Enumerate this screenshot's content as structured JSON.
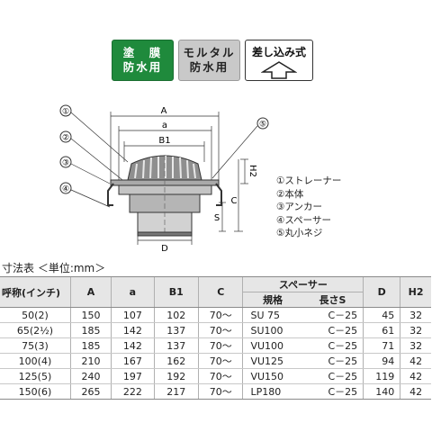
{
  "badges": [
    {
      "line1": "塗　膜",
      "line2": "防水用"
    },
    {
      "line1": "モルタル",
      "line2": "防水用"
    },
    {
      "line1": "差し込み式"
    }
  ],
  "diagram": {
    "callouts": [
      "①",
      "②",
      "③",
      "④",
      "⑤"
    ],
    "dims": {
      "A": "A",
      "a": "a",
      "B1": "B1",
      "D": "D",
      "S": "S",
      "C": "C",
      "H2": "H2"
    }
  },
  "legend": [
    "①ストレーナー",
    "②本体",
    "③アンカー",
    "④スペーサー",
    "⑤丸小ネジ"
  ],
  "table": {
    "caption": "寸法表 ＜単位:mm＞",
    "headers": {
      "nominal": "呼称(インチ)",
      "A": "A",
      "a": "a",
      "B1": "B1",
      "C": "C",
      "spacer": "スペーサー",
      "spec": "規格",
      "length": "長さS",
      "D": "D",
      "H2": "H2"
    },
    "rows": [
      {
        "nominal": "50(2)",
        "A": "150",
        "a": "107",
        "B1": "102",
        "C": "70～",
        "spec": "SU 75",
        "length": "C－25",
        "D": "45",
        "H2": "32"
      },
      {
        "nominal": "65(2½)",
        "A": "185",
        "a": "142",
        "B1": "137",
        "C": "70～",
        "spec": "SU100",
        "length": "C－25",
        "D": "61",
        "H2": "32"
      },
      {
        "nominal": "75(3)",
        "A": "185",
        "a": "142",
        "B1": "137",
        "C": "70～",
        "spec": "VU100",
        "length": "C－25",
        "D": "71",
        "H2": "32"
      },
      {
        "nominal": "100(4)",
        "A": "210",
        "a": "167",
        "B1": "162",
        "C": "70～",
        "spec": "VU125",
        "length": "C－25",
        "D": "94",
        "H2": "42"
      },
      {
        "nominal": "125(5)",
        "A": "240",
        "a": "197",
        "B1": "192",
        "C": "70～",
        "spec": "VU150",
        "length": "C－25",
        "D": "119",
        "H2": "42"
      },
      {
        "nominal": "150(6)",
        "A": "265",
        "a": "222",
        "B1": "217",
        "C": "70～",
        "spec": "LP180",
        "length": "C－25",
        "D": "140",
        "H2": "42"
      }
    ]
  }
}
